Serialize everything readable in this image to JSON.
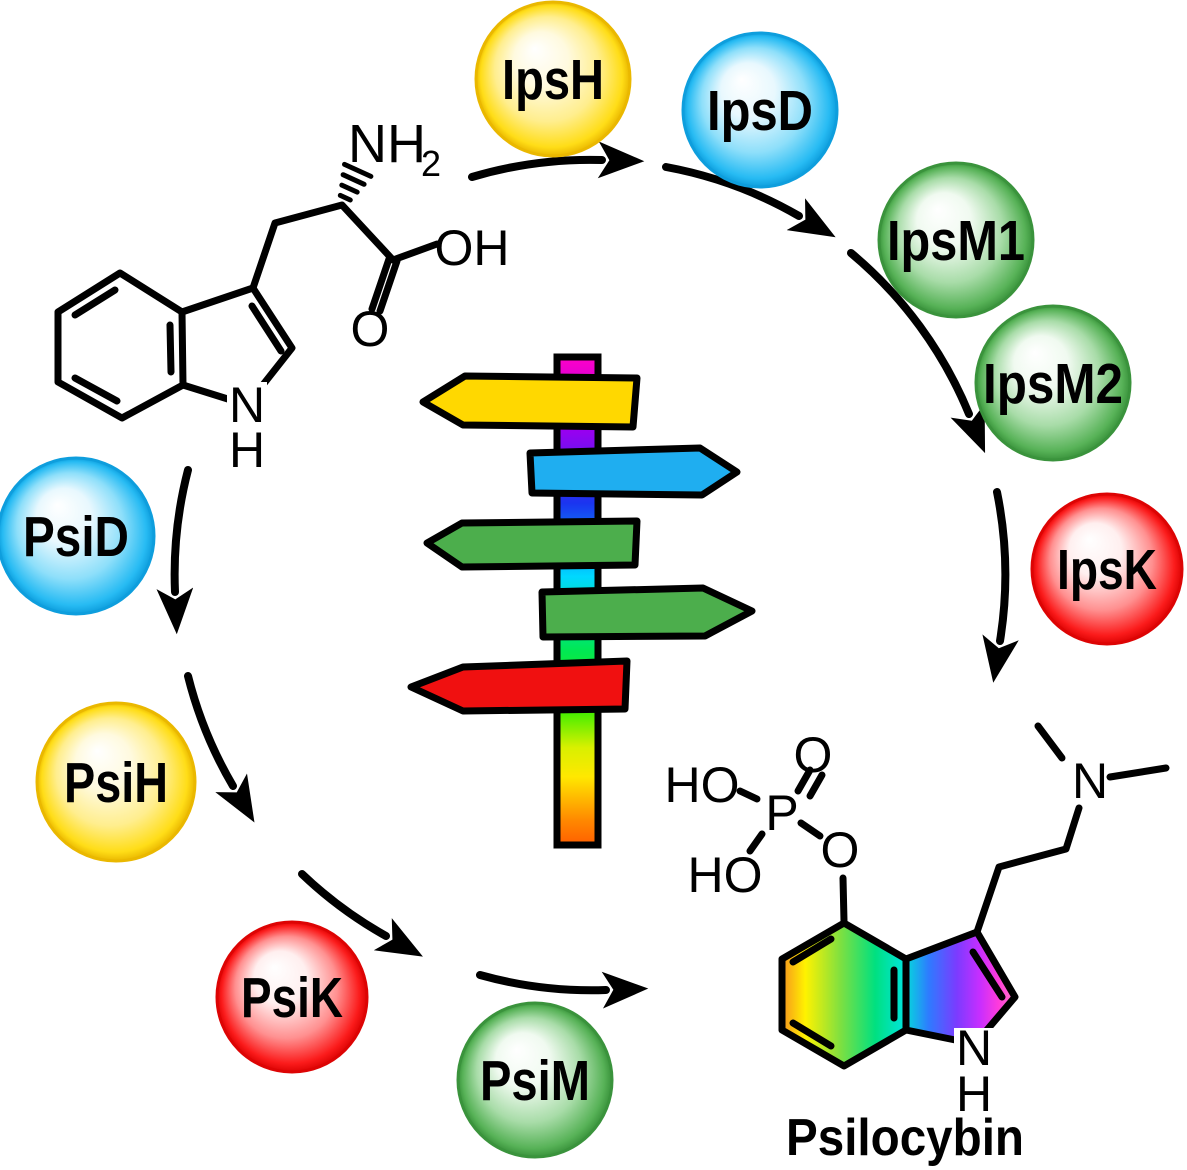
{
  "diagram": {
    "enzymes": [
      {
        "label": "IpsH",
        "color_key": "yellow"
      },
      {
        "label": "IpsD",
        "color_key": "blue"
      },
      {
        "label": "IpsM1",
        "color_key": "green"
      },
      {
        "label": "IpsM2",
        "color_key": "green"
      },
      {
        "label": "IpsK",
        "color_key": "red"
      },
      {
        "label": "PsiD",
        "color_key": "blue"
      },
      {
        "label": "PsiH",
        "color_key": "yellow"
      },
      {
        "label": "PsiK",
        "color_key": "red"
      },
      {
        "label": "PsiM",
        "color_key": "green"
      }
    ],
    "palette": {
      "yellow": {
        "hi": "#FFFFFF",
        "light": "#FFFADF",
        "mid": "#FFEE8E",
        "edge": "#FFDD17",
        "rim": "#EAB800"
      },
      "blue": {
        "hi": "#FFFFFF",
        "light": "#E8F8FE",
        "mid": "#8EDFFA",
        "edge": "#27BBF3",
        "rim": "#0E9EDD"
      },
      "green": {
        "hi": "#FFFFFF",
        "light": "#F0FAF0",
        "mid": "#A8DCA8",
        "edge": "#57B257",
        "rim": "#3A933C"
      },
      "red": {
        "hi": "#FFFFFF",
        "light": "#FFEFEF",
        "mid": "#FF9090",
        "edge": "#FB1B1B",
        "rim": "#DD0404"
      }
    },
    "substrate_labels": {
      "amine": "NH",
      "amine_subscript": "2",
      "acid_oh": "OH",
      "carbonyl_o": "O",
      "indole_n": "N",
      "indole_h": "H"
    },
    "product": {
      "name": "Psilocybin",
      "labels": {
        "phosphoryl_o": "O",
        "ho_top": "HO",
        "phosphorus": "P",
        "ho_bottom": "HO",
        "ester_o": "O",
        "amine_n": "N",
        "indole_n": "N",
        "indole_h": "H"
      },
      "rainbow": [
        "#F7941E",
        "#FFF200",
        "#7FE040",
        "#00E080",
        "#00E5D8",
        "#2E7BFF",
        "#7B3BFF",
        "#C82EFF",
        "#FF3BDB",
        "#FF7BC8"
      ]
    },
    "signpost": {
      "signs": [
        {
          "direction": "left",
          "color": "#FFD800"
        },
        {
          "direction": "right",
          "color": "#1FAEF0"
        },
        {
          "direction": "left",
          "color": "#4CAE4C"
        },
        {
          "direction": "right",
          "color": "#4CAE4C"
        },
        {
          "direction": "left",
          "color": "#F01010"
        }
      ],
      "pole_colors": [
        "#FF00C8",
        "#9900F0",
        "#1A35F0",
        "#00D8FF",
        "#00E855",
        "#33EE00",
        "#D8F000",
        "#FFE800",
        "#FF8800",
        "#FF5F00"
      ]
    },
    "arrow_color": "#000000"
  }
}
